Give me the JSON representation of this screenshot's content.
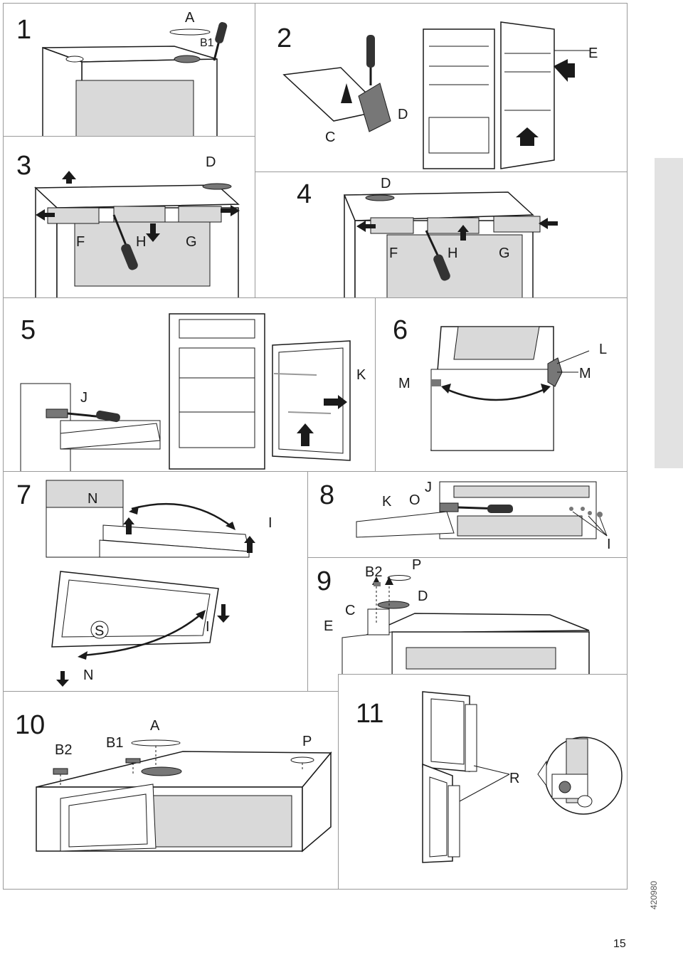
{
  "page": {
    "number": "15",
    "code": "420980"
  },
  "steps": [
    {
      "num": "1",
      "labels": [
        "A",
        "B1"
      ]
    },
    {
      "num": "2",
      "labels": [
        "C",
        "D",
        "E"
      ]
    },
    {
      "num": "3",
      "labels": [
        "D",
        "F",
        "H",
        "G"
      ]
    },
    {
      "num": "4",
      "labels": [
        "D",
        "F",
        "H",
        "G"
      ]
    },
    {
      "num": "5",
      "labels": [
        "J",
        "K"
      ]
    },
    {
      "num": "6",
      "labels": [
        "M",
        "L",
        "M"
      ]
    },
    {
      "num": "7",
      "labels": [
        "N",
        "I",
        "S",
        "I",
        "N"
      ]
    },
    {
      "num": "8",
      "labels": [
        "K",
        "O",
        "J",
        "I"
      ]
    },
    {
      "num": "9",
      "labels": [
        "B2",
        "P",
        "C",
        "D",
        "E"
      ]
    },
    {
      "num": "10",
      "labels": [
        "B2",
        "B1",
        "A",
        "P"
      ]
    },
    {
      "num": "11",
      "labels": [
        "R"
      ]
    }
  ],
  "colors": {
    "line": "#1a1a1a",
    "panel_fill": "#d9d9d9",
    "border": "#9a9a9a",
    "side_tab": "#e2e2e2"
  }
}
